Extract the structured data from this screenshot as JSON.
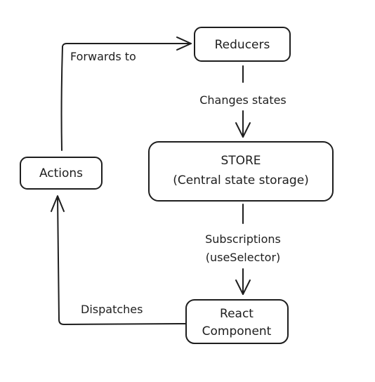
{
  "nodes": {
    "reducers": {
      "label": "Reducers"
    },
    "store": {
      "line1": "STORE",
      "line2": "(Central state storage)"
    },
    "actions": {
      "label": "Actions"
    },
    "react_component": {
      "line1": "React",
      "line2": "Component"
    }
  },
  "edges": {
    "forwards_to": {
      "label": "Forwards to"
    },
    "changes_states": {
      "label": "Changes states"
    },
    "subscriptions": {
      "line1": "Subscriptions",
      "line2": "(useSelector)"
    },
    "dispatches": {
      "label": "Dispatches"
    }
  },
  "colors": {
    "stroke": "#1e1e1e",
    "background": "#ffffff"
  }
}
